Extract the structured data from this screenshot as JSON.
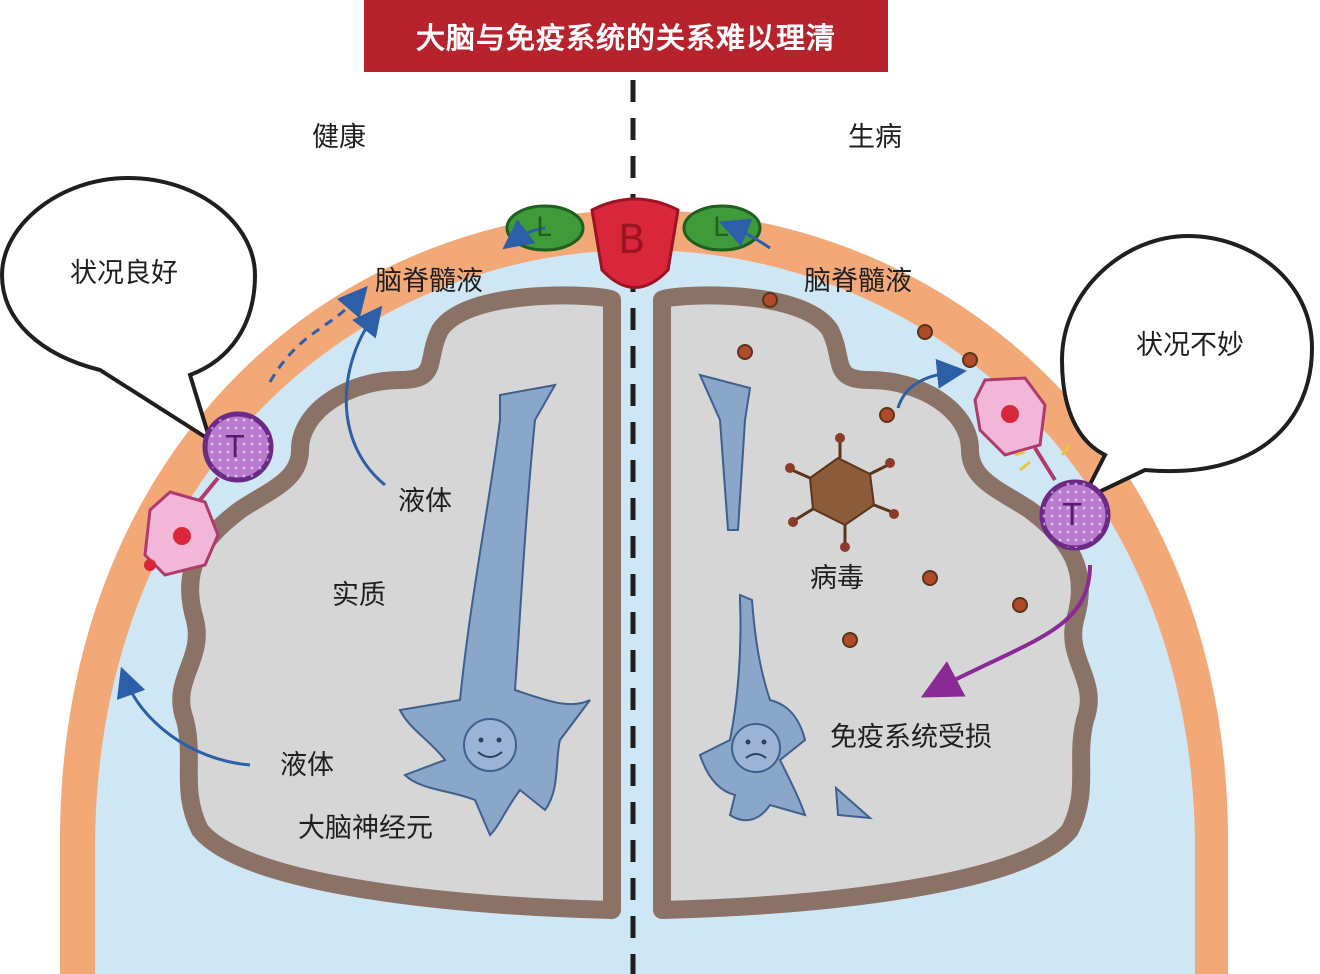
{
  "title": "大脑与免疫系统的关系难以理清",
  "sides": {
    "left": "健康",
    "right": "生病"
  },
  "labels": {
    "csf_left": "脑脊髓液",
    "csf_right": "脑脊髓液",
    "fluid_top": "液体",
    "parenchyma": "实质",
    "fluid_bottom": "液体",
    "neuron": "大脑神经元",
    "virus": "病毒",
    "immune_damaged": "免疫系统受损"
  },
  "bubbles": {
    "left": "状况良好",
    "right": "状况不妙"
  },
  "markers": {
    "b": "B",
    "l_left": "L",
    "l_right": "L",
    "t_left": "T",
    "t_right": "T"
  },
  "colors": {
    "title_bg": "#b7232c",
    "skull": "#f3a878",
    "csf": "#cfe7f5",
    "cortex_border": "#8a7267",
    "tissue": "#d6d6d6",
    "neuron": "#8aa6c8",
    "b_cell": "#d8263a",
    "lymph_node": "#3f9a3a",
    "t_cell": "#b97ad0",
    "macrophage": "#f2b6d8",
    "virus": "#8c5b3a"
  }
}
